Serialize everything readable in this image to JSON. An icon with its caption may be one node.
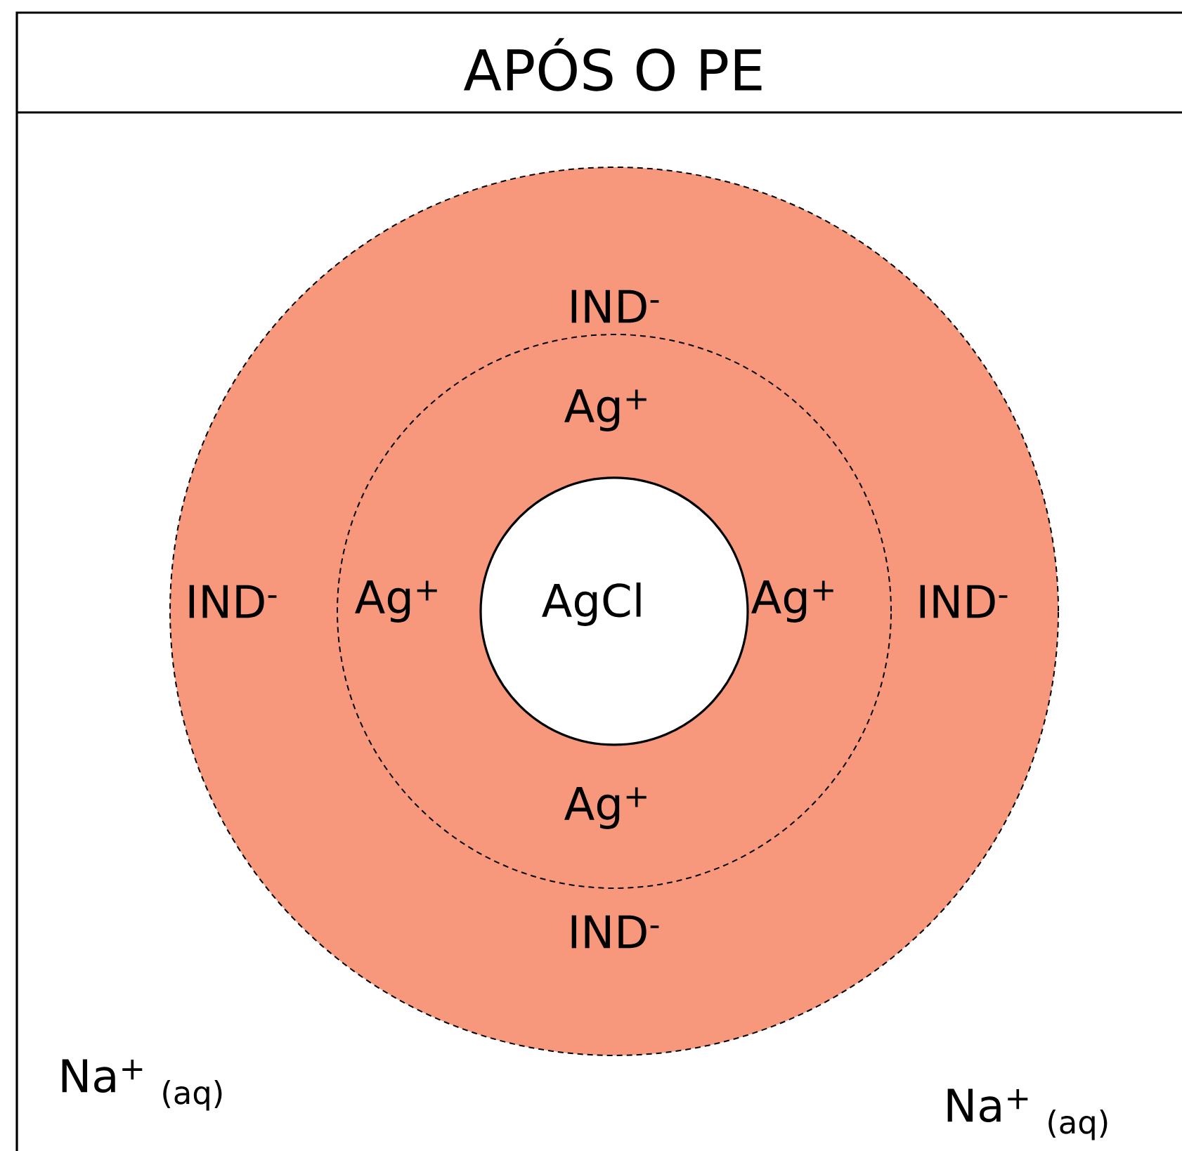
{
  "diagram": {
    "title": "APÓS O PE",
    "nodes": [
      {
        "text": [
          "IND$^{-}$",
          "IND$^{-}$",
          "IND$^{-}$",
          "IND$^{-}$"
        ]
      },
      {
        "text": [
          "Ag$^{+}$",
          "Ag$^{+}$",
          "Ag$^{+}$",
          "Ag$^{+}$"
        ],
        "in": 0
      },
      {
        "text": [
          "AgCl"
        ],
        "in": 1
      }
    ],
    "labels": [
      "Na$^{+}$ $_{(aq)}$",
      "Na$^{+}$ $_{(aq)}$"
    ]
  }
}
